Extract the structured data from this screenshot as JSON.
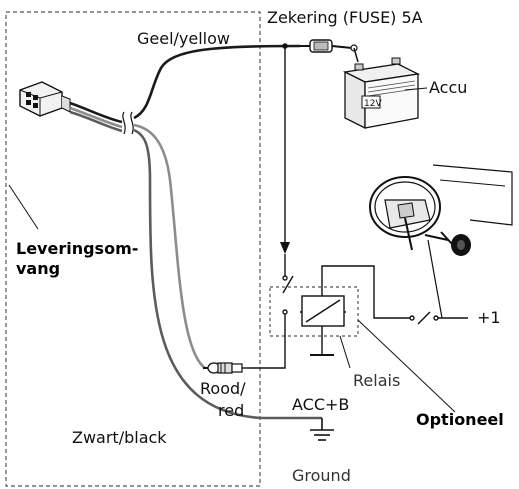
{
  "labels": {
    "fuse": "Zekering (FUSE) 5A",
    "yellow_wire": "Geel/yellow",
    "battery": "Accu",
    "battery_voltage": "12V",
    "scope_line1": "Leveringsom-",
    "scope_line2": "vang",
    "plus_one": "+1",
    "red_line1": "Rood/",
    "red_line2": "red",
    "relay": "Relais",
    "acc_b": "ACC+B",
    "optional": "Optioneel",
    "black_wire": "Zwart/black",
    "ground": "Ground"
  },
  "colors": {
    "wire_yellow": "#1a1a1a",
    "wire_red": "#8c8c8c",
    "wire_black": "#5c5c5c",
    "line": "#1a1a1a",
    "dashed": "#555555"
  }
}
